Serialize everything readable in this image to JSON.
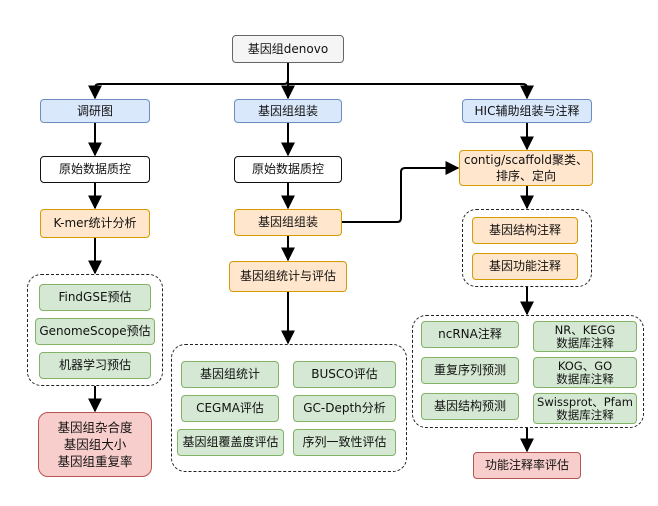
{
  "root": "基因组denovo",
  "columns": {
    "research": {
      "header": "调研图",
      "qc": "原始数据质控",
      "kmer": "K-mer统计分析",
      "estimates": [
        "FindGSE预估",
        "GenomeScope预估",
        "机器学习预估"
      ],
      "result": "基因组杂合度\n基因组大小\n基因组重复率"
    },
    "assembly": {
      "header": "基因组组装",
      "qc": "原始数据质控",
      "assemble": "基因组组装",
      "stats_eval": "基因组统计与评估",
      "metrics": [
        "基因组统计",
        "BUSCO评估",
        "CEGMA评估",
        "GC-Depth分析",
        "基因组覆盖度评估",
        "序列一致性评估"
      ]
    },
    "hic": {
      "header": "HIC辅助组装与注释",
      "cluster": "contig/scaffold聚类、\n排序、定向",
      "annotation_types": [
        "基因结构注释",
        "基因功能注释"
      ],
      "annotations": [
        "ncRNA注释",
        "NR、KEGG\n数据库注释",
        "重复序列预测",
        "KOG、GO\n数据库注释",
        "基因结构预测",
        "Swissprot、Pfam\n数据库注释"
      ],
      "result": "功能注释率评估"
    }
  },
  "colors": {
    "root_fill": "#f5f5f5",
    "header_fill": "#dae8fc",
    "step_fill": "#ffe6cc",
    "method_fill": "#d5e8d4",
    "result_fill": "#f8cecc"
  }
}
